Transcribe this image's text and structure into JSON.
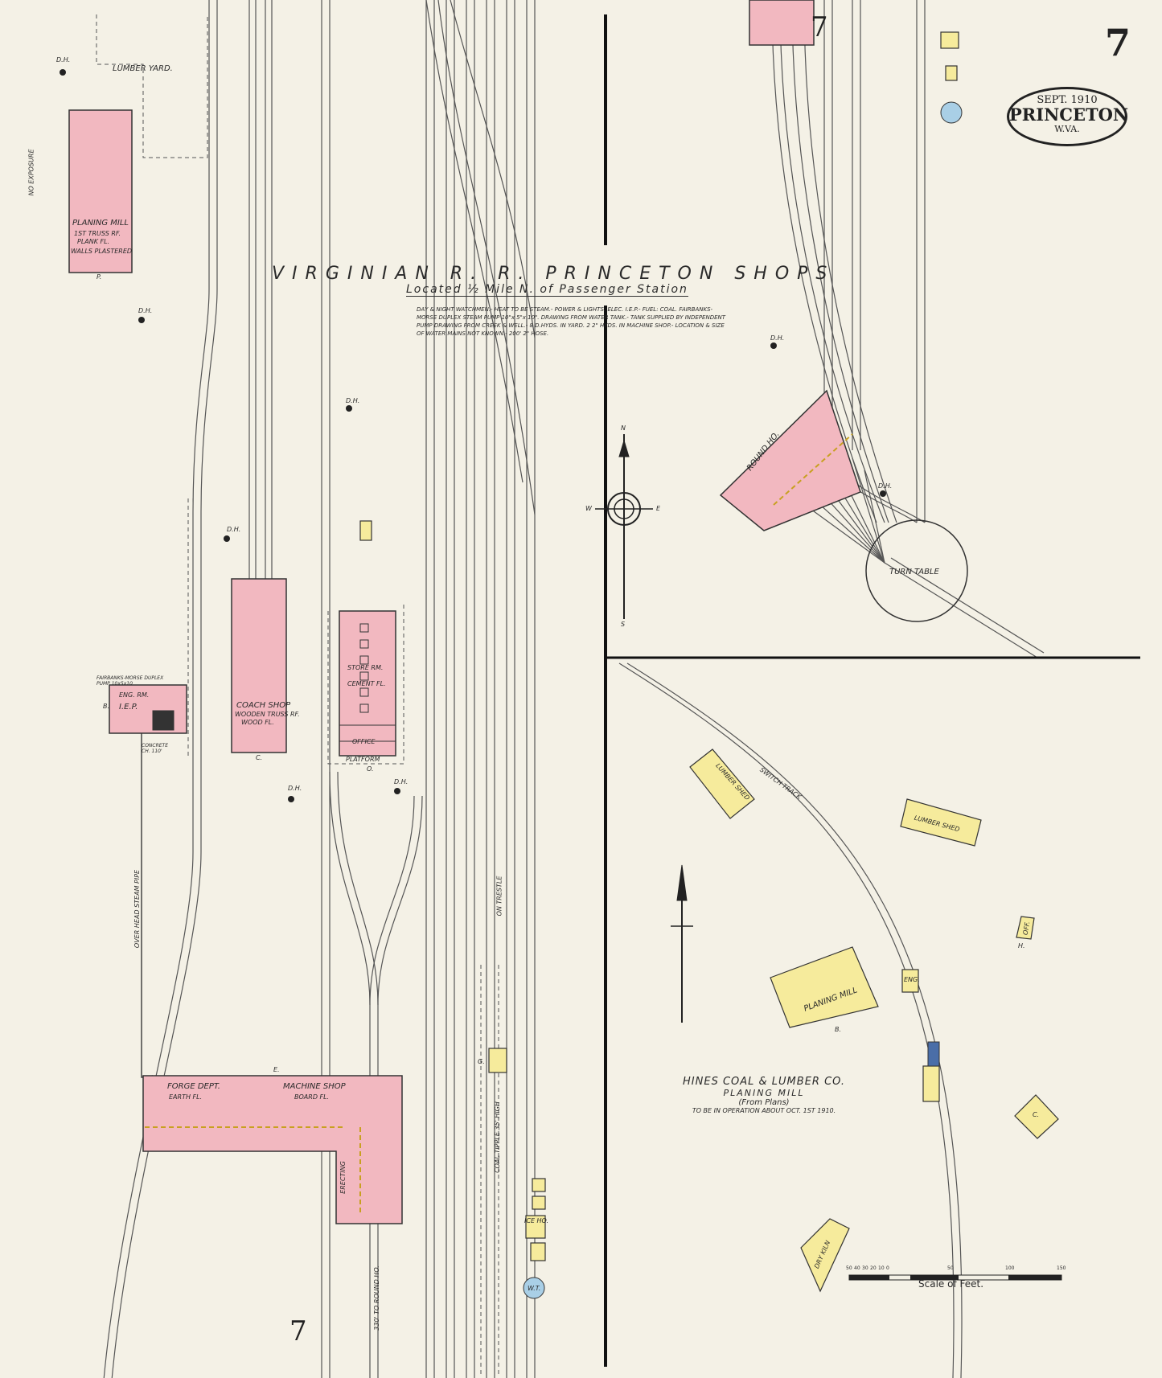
{
  "sheet": {
    "number": "7",
    "number_bottom": "7",
    "number_top": "7",
    "date": "SEPT. 1910",
    "city": "PRINCETON",
    "state": "W.VA."
  },
  "title": {
    "main": "VIRGINIAN R. R. PRINCETON SHOPS",
    "sub": "Located ½ Mile N. of Passenger Station",
    "notes": "DAY & NIGHT WATCHMEN.- HEAT TO BE STEAM.- POWER & LIGHTS: ELEC. I.E.P.- FUEL: COAL. FAIRBANKS-MORSE DUPLEX STEAM PUMP 10\"x 5\"x 10\". DRAWING FROM WATER TANK.- TANK SUPPLIED BY INDEPENDENT PUMP DRAWING FROM CREEK & WELL.- 8 D.HYDS. IN YARD. 2 2\" HYDS. IN MACHINE SHOP.- LOCATION & SIZE OF WATER MAINS NOT KNOWN.- 200' 2\" HOSE."
  },
  "labels": {
    "lumber_yard": "LUMBER YARD.",
    "no_exposure": "NO EXPOSURE",
    "planing_mill": "PLANING MILL",
    "planing_mill_detail1": "1ST TRUSS RF.",
    "planing_mill_detail2": "PLANK FL.",
    "planing_mill_detail3": "WALLS PLASTERED",
    "planing_mill_letter": "P.",
    "coach_shop": "COACH SHOP",
    "coach_shop_detail1": "WOODEN TRUSS RF.",
    "coach_shop_detail2": "WOOD FL.",
    "coach_letter": "C.",
    "store_rm": "STORE RM.",
    "cement_fl": "CEMENT FL.",
    "office": "OFFICE",
    "platform": "PLATFORM",
    "office_letter": "O.",
    "forge_dept": "FORGE DEPT.",
    "earth_fl": "EARTH FL.",
    "machine_shop": "MACHINE SHOP",
    "board_fl": "BOARD FL.",
    "erecting": "ERECTING",
    "machine_letter": "E.",
    "pump_house": "FAIRBANKS-MORSE DUPLEX PUMP 10x5x10",
    "iep": "I.E.P.",
    "eng_room": "ENG. RM.",
    "boiler_letter": "B.",
    "concrete": "CONCRETE CH. 110'",
    "steam_pipe": "OVER HEAD STEAM PIPE",
    "round_ho": "ROUND HO.",
    "turn_table": "TURN TABLE",
    "switch_track": "SWITCH TRACK",
    "lumber_shed_1": "LUMBER SHED",
    "lumber_shed_2": "LUMBER SHED",
    "off": "OFF.",
    "planing_mill_2": "PLANING MILL",
    "planing_letter_2": "B.",
    "eng_small": "ENG.",
    "dry_kiln": "DRY KILN",
    "ice_ho": "ICE HO.",
    "wt": "W.T.",
    "coal_trestle": "ON TRESTLE",
    "coal_tipple": "COAL TIPPLE 35' HIGH",
    "to_round_ho": "330' TO ROUND HO.",
    "dh": "D.H.",
    "g_letter": "G.",
    "h_letter": "H.",
    "c_letter": "C.",
    "compass_n": "N",
    "compass_s": "S",
    "compass_e": "E",
    "compass_w": "W"
  },
  "hines": {
    "name": "HINES COAL & LUMBER CO.",
    "sub": "PLANING MILL",
    "paren": "(From Plans)",
    "op": "TO BE IN OPERATION ABOUT OCT. 1ST 1910."
  },
  "scale": {
    "title": "Scale of Feet.",
    "ticks": [
      "50",
      "40",
      "30",
      "20",
      "10",
      "0",
      "50",
      "100",
      "150"
    ]
  },
  "colors": {
    "brick": "#f2b8c0",
    "frame": "#f6eb9c",
    "stone": "#a9cfe6",
    "ink": "#2a2a2a",
    "paper": "#f4f1e6"
  }
}
